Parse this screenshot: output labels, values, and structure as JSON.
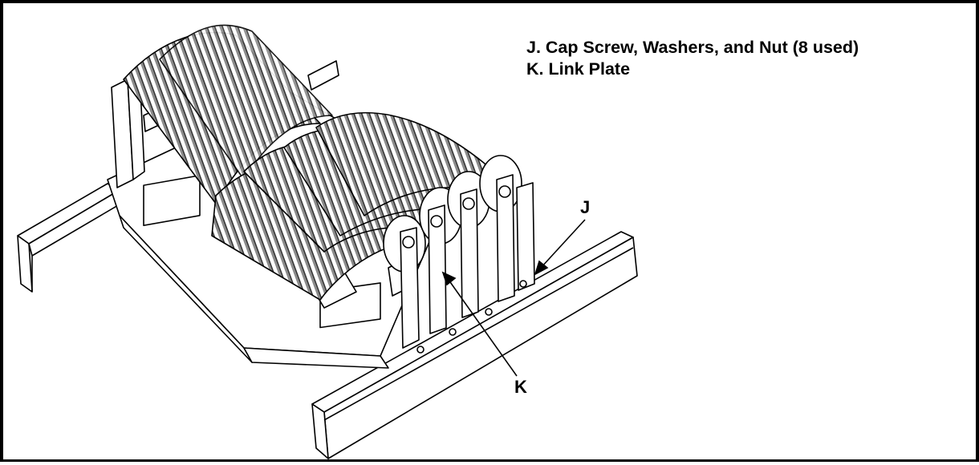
{
  "legend": {
    "items": [
      "J.  Cap Screw, Washers, and Nut (8 used)",
      "K.  Link Plate"
    ]
  },
  "callouts": {
    "j": "J",
    "k": "K"
  }
}
